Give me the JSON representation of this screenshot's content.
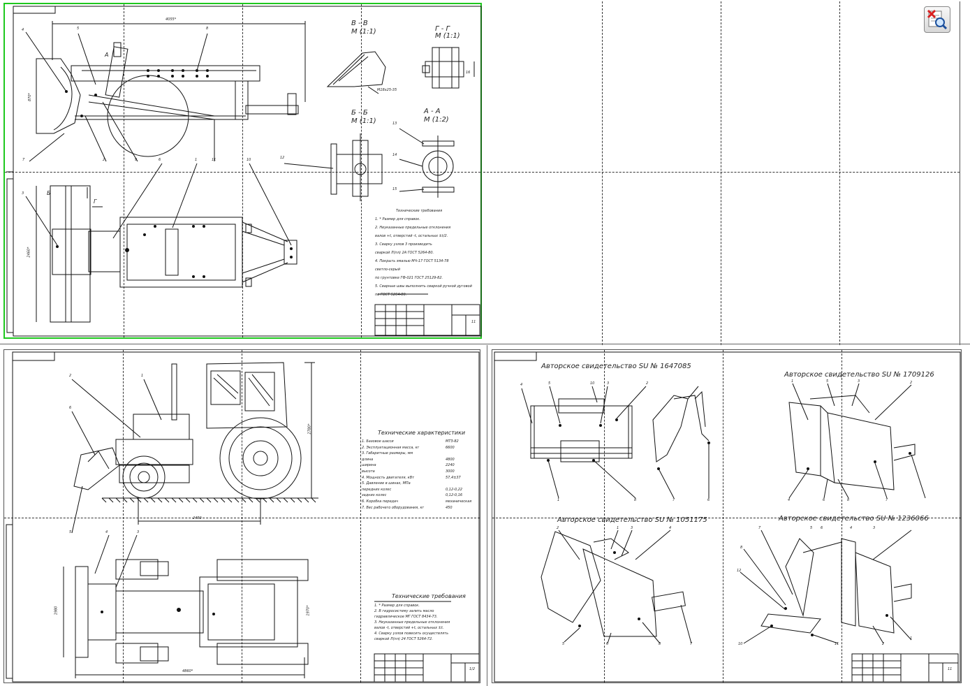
{
  "toolbar": {
    "zoom_tool_icon": "magnifier-with-red-x-icon"
  },
  "sheet1": {
    "dimensions": {
      "overall_length": "4055*",
      "height_left": "870*",
      "width_plan": "2460*"
    },
    "views": {
      "section_vv": "В - В",
      "section_vv_scale": "М (1:1)",
      "section_gg": "Г - Г",
      "section_gg_scale": "М (1:1)",
      "section_bb": "Б - Б",
      "section_bb_scale": "М (1:1)",
      "section_aa": "А - А",
      "section_aa_scale": "М (1:2)",
      "marker_a": "А",
      "marker_b": "Б",
      "marker_g": "Г",
      "bolt_note": "М18х25-35"
    },
    "callouts": [
      "4",
      "5",
      "8",
      "7",
      "2",
      "9",
      "11",
      "3",
      "6",
      "1",
      "10",
      "12",
      "13",
      "14",
      "15",
      "16"
    ],
    "requirements_title": "Технические требования",
    "requirements": [
      "1. * Размер для справок.",
      "2. Неуказанные предельные отклонения",
      "   валов +t, отверстий -t, остальных ±t/2.",
      "3. Сварку узлов 3 производить",
      "   сваркой Л(пл) 2А ГОСТ 5264-80.",
      "4. Покрыть эмалью МЧ-17 ГОСТ 5134-78",
      "   светло-серый",
      "   по грунтовке ГФ-021 ГОСТ 25129-82.",
      "5. Сварные швы выполнить сваркой ручной дуговой",
      "   по ГОСТ 5264-80."
    ],
    "sheet_number": "11"
  },
  "sheet2": {
    "dimensions": {
      "wheelbase": "2450",
      "height_right": "2780*",
      "length_bottom": "4860*",
      "width_bottom": "1970*",
      "left_height": "1980"
    },
    "callouts": [
      "1",
      "2",
      "3",
      "4",
      "5",
      "6"
    ],
    "specs_title": "Технические характеристики",
    "specs": [
      {
        "label": "1. Базовое шасси",
        "value": "МТЗ-82"
      },
      {
        "label": "2. Эксплуатационная масса, кг",
        "value": "6600"
      },
      {
        "label": "3. Габаритные размеры, мм",
        "value": ""
      },
      {
        "label": "     длина",
        "value": "4800"
      },
      {
        "label": "     ширина",
        "value": "2240"
      },
      {
        "label": "     высота",
        "value": "3000"
      },
      {
        "label": "4. Мощность двигателя, кВт",
        "value": "57,4±37"
      },
      {
        "label": "5. Давление в шинах, МПа",
        "value": ""
      },
      {
        "label": "     передних колес",
        "value": "0,12-0,22"
      },
      {
        "label": "     задних колес",
        "value": "0,12-0,16"
      },
      {
        "label": "6. Коробка передач",
        "value": "механическая"
      },
      {
        "label": "7. Вес рабочего оборудования, кг",
        "value": "450"
      }
    ],
    "requirements_title": "Технические требования",
    "requirements": [
      "1. * Размер для справок.",
      "2. В гидросистему залить масло",
      "   гидравлическое МГ ГОСТ 8434-73.",
      "3. Неуказанные предельные отклонения",
      "   валов -t, отверстий +t, остальных ±t.",
      "4. Сварку узлов повесить осуществлять",
      "   сваркой Л(пл) 24 ГОСТ 5264-72."
    ],
    "sheet_number": "1/2"
  },
  "sheet3": {
    "certificates": [
      "Авторское свидетельство SU № 1647085",
      "Авторское свидетельство SU № 1709126",
      "Авторское свидетельство SU № 1051175",
      "Авторское свидетельство SU № 1236066"
    ],
    "callouts_tl": [
      "4",
      "5",
      "10",
      "3",
      "2",
      "1",
      "8",
      "7",
      "6"
    ],
    "callouts_tr": [
      "1",
      "5",
      "3",
      "2",
      "4",
      "6",
      "8",
      "7"
    ],
    "callouts_bl": [
      "2",
      "1",
      "3",
      "4",
      "5",
      "6",
      "8",
      "7"
    ],
    "callouts_br": [
      "7",
      "8",
      "5",
      "6",
      "4",
      "3",
      "12",
      "10",
      "11",
      "2",
      "1"
    ],
    "sheet_number": "11"
  }
}
